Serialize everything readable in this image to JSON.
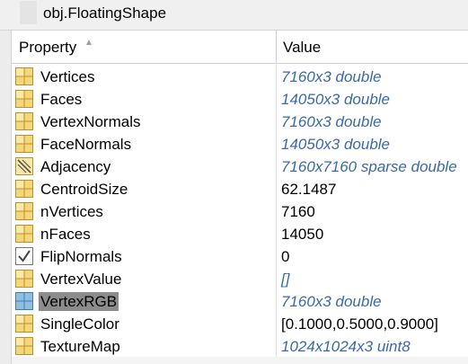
{
  "title": "obj.FloatingShape",
  "header": {
    "property_label": "Property",
    "sort_icon": "▲",
    "value_label": "Value"
  },
  "colors": {
    "link": "#3a6aa5",
    "selected": "#8c8c8c"
  },
  "rows": [
    {
      "name": "Vertices",
      "value": "7160x3 double",
      "icon": "matrix-icon",
      "link": true
    },
    {
      "name": "Faces",
      "value": "14050x3 double",
      "icon": "matrix-icon",
      "link": true
    },
    {
      "name": "VertexNormals",
      "value": "7160x3 double",
      "icon": "matrix-icon",
      "link": true
    },
    {
      "name": "FaceNormals",
      "value": "14050x3 double",
      "icon": "matrix-icon",
      "link": true
    },
    {
      "name": "Adjacency",
      "value": "7160x7160 sparse double",
      "icon": "sparse-matrix-icon",
      "link": true
    },
    {
      "name": "CentroidSize",
      "value": "62.1487",
      "icon": "matrix-icon",
      "link": false
    },
    {
      "name": "nVertices",
      "value": "7160",
      "icon": "matrix-icon",
      "link": false
    },
    {
      "name": "nFaces",
      "value": "14050",
      "icon": "matrix-icon",
      "link": false
    },
    {
      "name": "FlipNormals",
      "value": "0",
      "icon": "checkbox-icon",
      "link": false
    },
    {
      "name": "VertexValue",
      "value": "[]",
      "icon": "matrix-icon",
      "link": true
    },
    {
      "name": "VertexRGB",
      "value": "7160x3 double",
      "icon": "matrix-icon",
      "link": true,
      "selected": true
    },
    {
      "name": "SingleColor",
      "value": "[0.1000,0.5000,0.9000]",
      "icon": "matrix-icon",
      "link": false
    },
    {
      "name": "TextureMap",
      "value": "1024x1024x3 uint8",
      "icon": "matrix-icon",
      "link": true
    }
  ]
}
